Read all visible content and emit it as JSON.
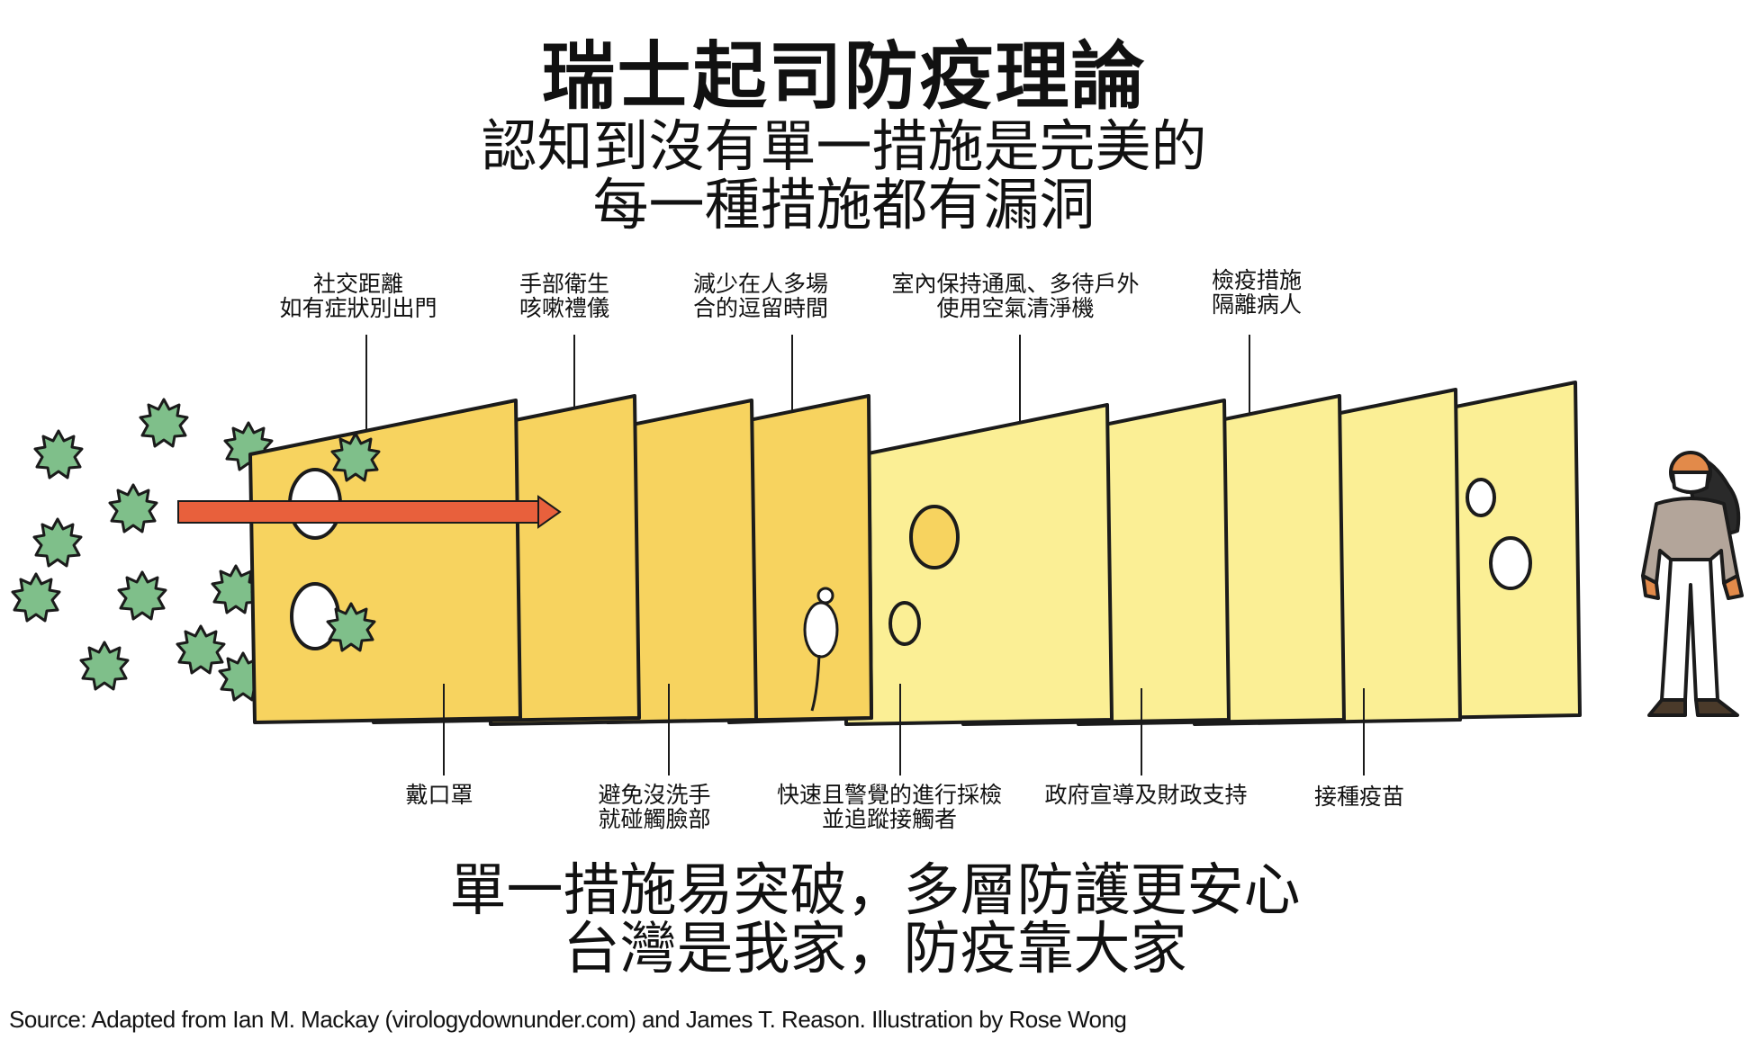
{
  "title": "瑞士起司防疫理論",
  "subtitle": {
    "line1": "認知到沒有單一措施是完美的",
    "line2": "每一種措施都有漏洞"
  },
  "top_labels": [
    {
      "line1": "社交距離",
      "line2": "如有症狀別出門"
    },
    {
      "line1": "手部衛生",
      "line2": "咳嗽禮儀"
    },
    {
      "line1": "減少在人多場",
      "line2": "合的逗留時間"
    },
    {
      "line1": "室內保持通風、多待戶外",
      "line2": "使用空氣清淨機"
    },
    {
      "line1": "檢疫措施",
      "line2": "隔離病人"
    }
  ],
  "bottom_labels": [
    {
      "line1": "戴口罩",
      "line2": ""
    },
    {
      "line1": "避免沒洗手",
      "line2": "就碰觸臉部"
    },
    {
      "line1": "快速且警覺的進行採檢",
      "line2": "並追蹤接觸者"
    },
    {
      "line1": "政府宣導及財政支持",
      "line2": ""
    },
    {
      "line1": "接種疫苗",
      "line2": ""
    }
  ],
  "closing": {
    "line1": "單一措施易突破，多層防護更安心",
    "line2": "台灣是我家，防疫靠大家"
  },
  "source": "Source: Adapted from Ian M. Mackay (virologydownunder.com) and James T. Reason. Illustration by Rose Wong",
  "colors": {
    "cheese_dark": "#f7d35f",
    "cheese_light": "#fbef95",
    "outline": "#1b1b1b",
    "virus": "#7fbf8a",
    "arrow": "#e8603c",
    "person_top": "#b3a59a",
    "skin": "#e28a4a"
  }
}
